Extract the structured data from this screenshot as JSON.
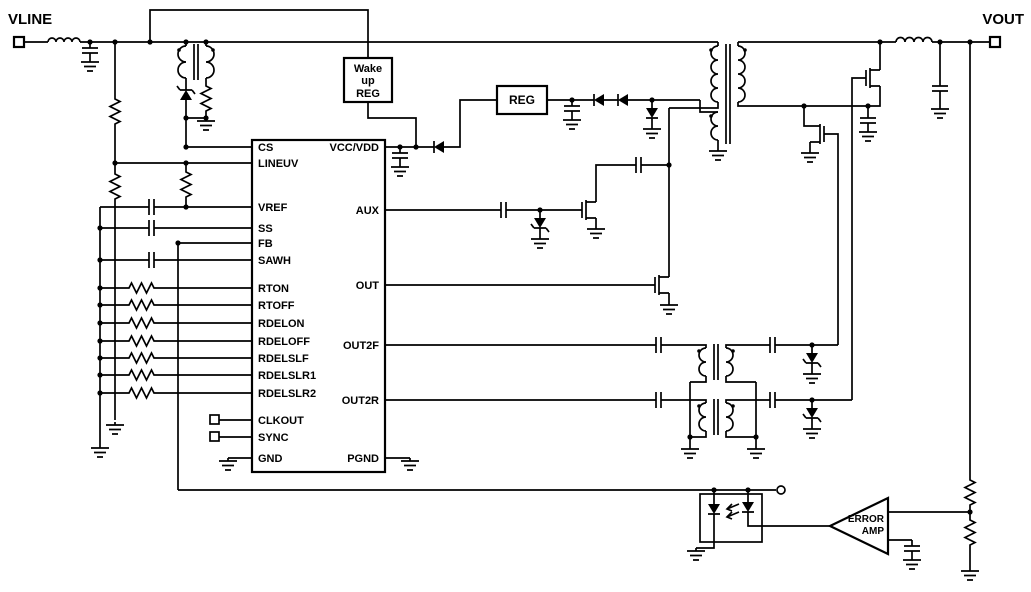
{
  "labels": {
    "vline": "VLINE",
    "vout": "VOUT"
  },
  "blocks": {
    "wakeup_reg": {
      "line1": "Wake",
      "line2": "up",
      "line3": "REG"
    },
    "reg": {
      "label": "REG"
    },
    "error_amp": {
      "line1": "ERROR",
      "line2": "AMP"
    }
  },
  "ic": {
    "left_pins": [
      "CS",
      "LINEUV",
      "VREF",
      "SS",
      "FB",
      "SAWH",
      "RTON",
      "RTOFF",
      "RDELON",
      "RDELOFF",
      "RDELSLF",
      "RDELSLR1",
      "RDELSLR2",
      "CLKOUT",
      "SYNC",
      "GND"
    ],
    "right_pins": [
      "VCC/VDD",
      "AUX",
      "OUT",
      "OUT2F",
      "OUT2R",
      "PGND"
    ]
  },
  "colors": {
    "line": "#000000",
    "background": "#ffffff"
  }
}
